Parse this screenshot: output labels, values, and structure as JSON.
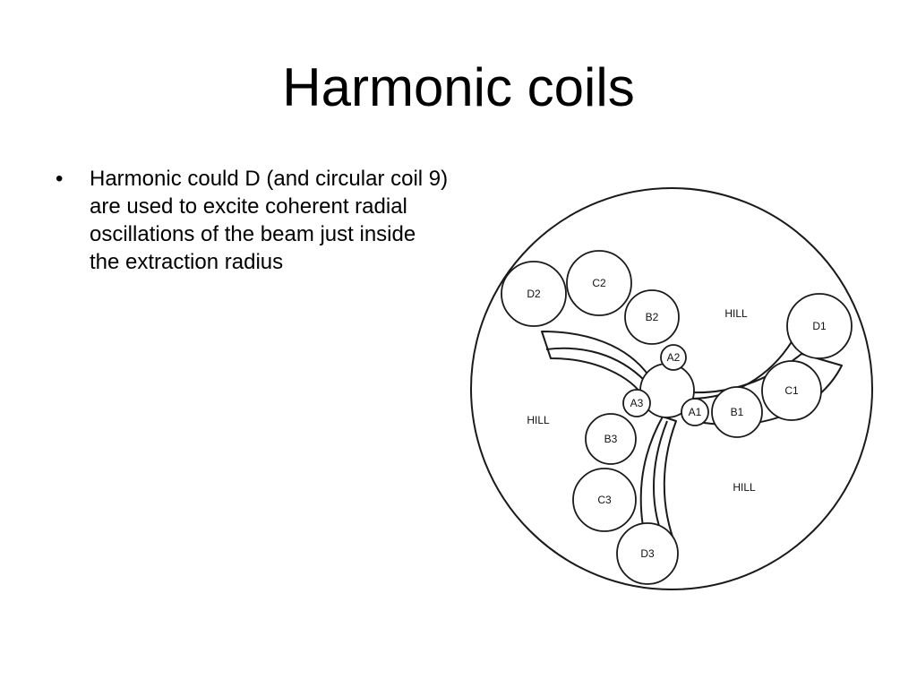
{
  "title": "Harmonic coils",
  "bullets": [
    "Harmonic could D (and circular coil 9) are used to excite coherent radial oscillations of the beam just inside the extraction radius"
  ],
  "bullet_symbol": "•",
  "diagram": {
    "hill_labels": [
      "HILL",
      "HILL",
      "HILL"
    ],
    "coils": {
      "a1": "A1",
      "b1": "B1",
      "c1": "C1",
      "d1": "D1",
      "a2": "A2",
      "b2": "B2",
      "c2": "C2",
      "d2": "D2",
      "a3": "A3",
      "b3": "B3",
      "c3": "C3",
      "d3": "D3"
    }
  }
}
